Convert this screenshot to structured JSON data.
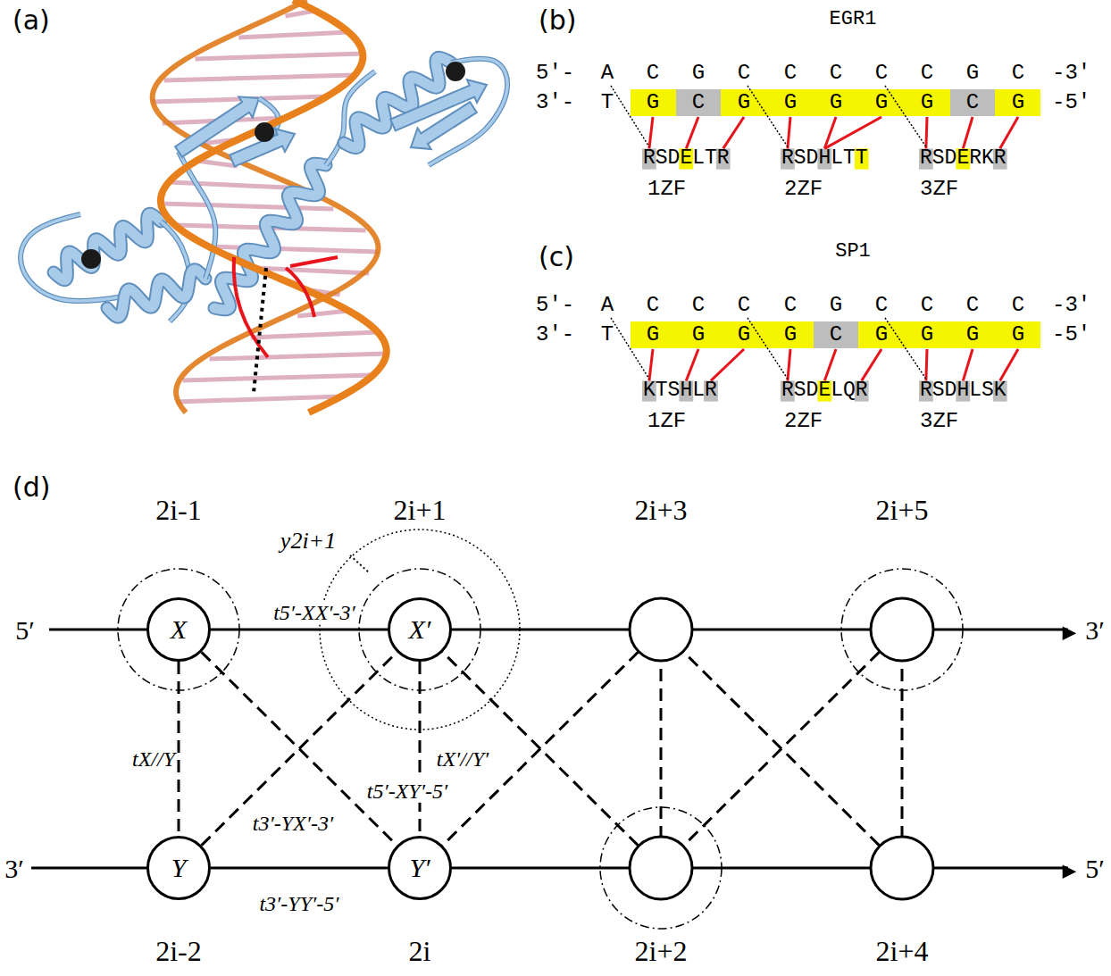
{
  "diagram": {
    "nodes": [
      {
        "text": [
          "X"
        ]
      },
      {
        "text": [
          "X′"
        ]
      },
      {
        "text": [
          "Y"
        ]
      },
      {
        "text": [
          "Y′"
        ]
      }
    ],
    "edges": [
      {
        "from": 0,
        "to": 1,
        "arrow": "none",
        "label": "t5′-XX′-3′"
      },
      {
        "from": 0,
        "to": 2,
        "arrow": "none",
        "label": "tX//Y"
      },
      {
        "from": 1,
        "to": 3,
        "arrow": "none",
        "label": "tX′//Y′"
      },
      {
        "from": 2,
        "to": 3,
        "arrow": "none",
        "label": "t3′-YY′-5′"
      },
      {
        "from": 2,
        "to": 1,
        "arrow": "none",
        "label": "t3′-YX′-3′"
      },
      {
        "from": 0,
        "to": 3,
        "arrow": "none",
        "label": "t5′-XY′-5′"
      }
    ],
    "labels": [
      "(a)",
      "(b)",
      "EGR1",
      "5'-",
      "A",
      "C",
      "G",
      "C",
      "C",
      "C",
      "C",
      "C",
      "G",
      "C",
      "-3'",
      "3'-",
      "T",
      "G",
      "C",
      "G",
      "G",
      "G",
      "G",
      "G",
      "C",
      "G",
      "-5'",
      "RSDELTR",
      "RSDHLTT",
      "RSDERKR",
      "1ZF",
      "2ZF",
      "3ZF",
      "(c)",
      "SP1",
      "5'-",
      "A",
      "C",
      "C",
      "C",
      "C",
      "G",
      "C",
      "C",
      "C",
      "C",
      "-3'",
      "3'-",
      "T",
      "G",
      "G",
      "G",
      "G",
      "C",
      "G",
      "G",
      "G",
      "G",
      "-5'",
      "KTSHLR",
      "RSDELQR",
      "RSDHLSK",
      "1ZF",
      "2ZF",
      "3ZF",
      "(d)",
      "2i-1",
      "2i+1",
      "2i+3",
      "2i+5",
      "2i-2",
      "2i",
      "2i+2",
      "2i+4",
      "y2i+1",
      "5′",
      "3′",
      "3′",
      "5′"
    ]
  }
}
